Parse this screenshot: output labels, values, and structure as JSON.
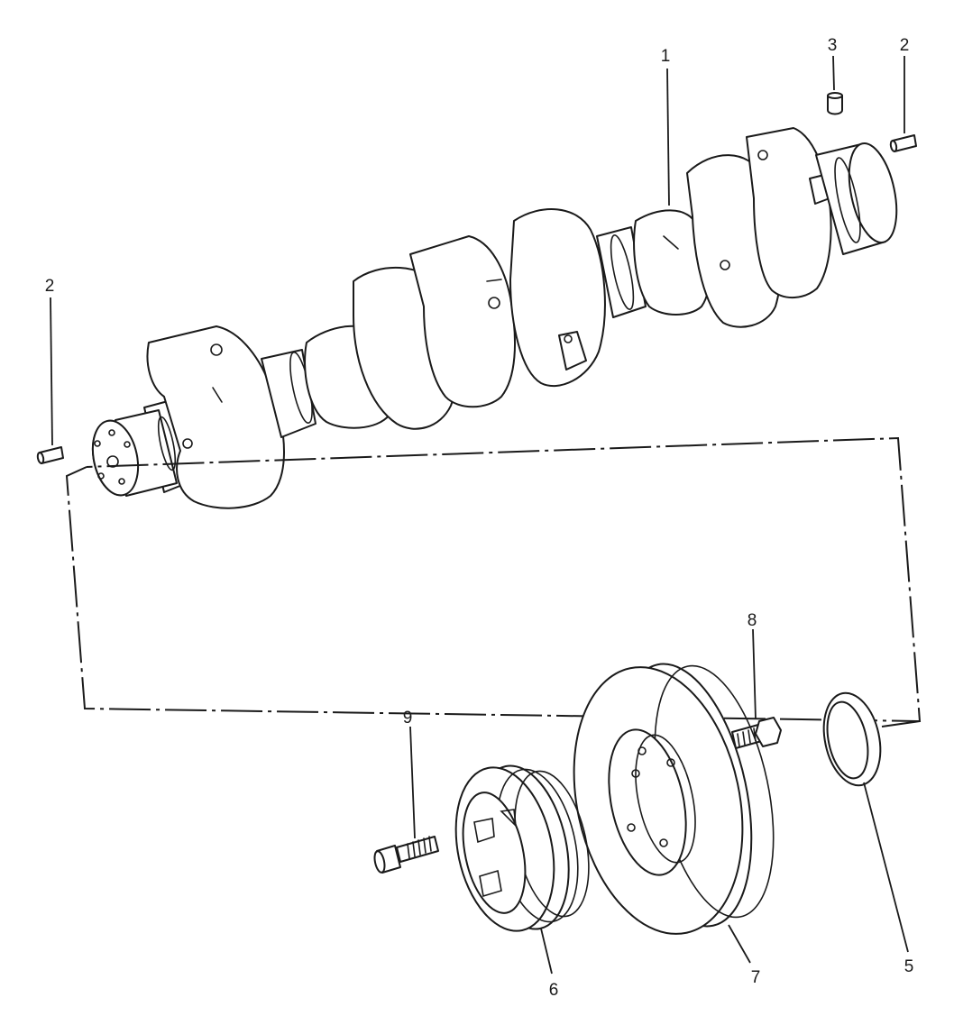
{
  "callouts": {
    "c1": "1",
    "c2_left": "2",
    "c2_right": "2",
    "c3": "3",
    "c5": "5",
    "c6": "6",
    "c7": "7",
    "c8": "8",
    "c9": "9"
  },
  "colors": {
    "line": "#1a1a1a",
    "background": "#ffffff"
  }
}
